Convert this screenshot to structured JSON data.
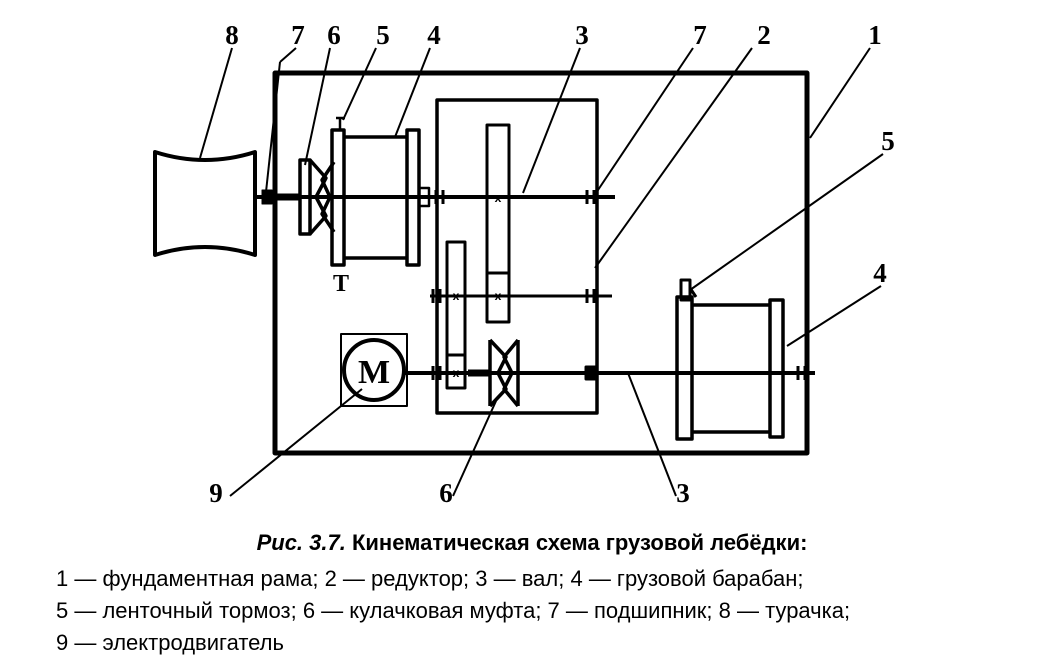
{
  "diagram": {
    "callouts": {
      "top_8": "8",
      "top_7_left": "7",
      "top_6": "6",
      "top_5_left": "5",
      "top_4_left": "4",
      "top_3": "3",
      "top_7_right": "7",
      "top_2": "2",
      "top_1": "1",
      "right_5": "5",
      "right_4": "4",
      "bottom_9": "9",
      "bottom_6": "6",
      "bottom_3": "3"
    },
    "brake_label": "Т",
    "motor_label": "М",
    "gear_mark": "x"
  },
  "caption": {
    "figure_ref": "Рис. 3.7.",
    "title": "Кинематическая схема грузовой лебёдки:",
    "lines": [
      "1 — фундаментная рама;  2 — редуктор;  3 — вал; 4 — грузовой  барабан;",
      "5 — ленточный тормоз; 6 — кулачковая муфта; 7 — подшипник; 8 — турачка;",
      "9 — электродвигатель"
    ]
  }
}
